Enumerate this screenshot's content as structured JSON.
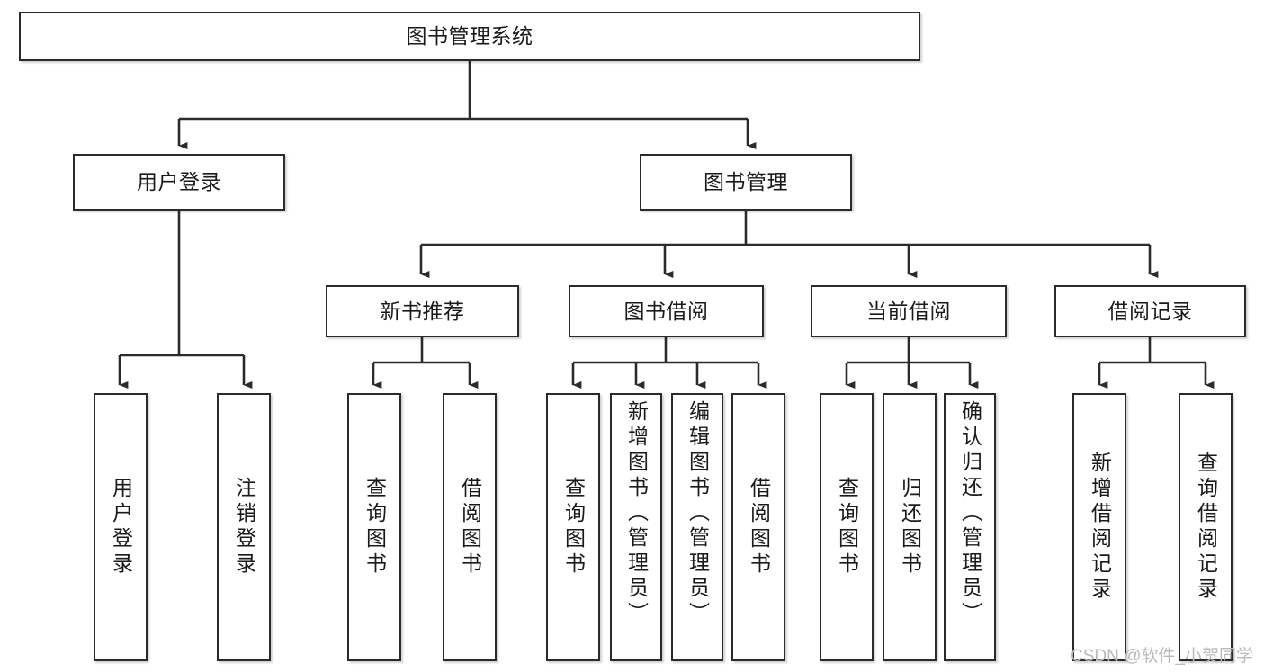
{
  "diagram": {
    "type": "tree-hierarchy",
    "orientation": "top-down",
    "watermark": "CSDN @软件_小贺同学",
    "root": {
      "label": "图书管理系统"
    },
    "level2": [
      {
        "label": "用户登录"
      },
      {
        "label": "图书管理"
      }
    ],
    "level3": [
      {
        "label": "新书推荐"
      },
      {
        "label": "图书借阅"
      },
      {
        "label": "当前借阅"
      },
      {
        "label": "借阅记录"
      }
    ],
    "leaves": {
      "user_login": [
        {
          "label": "用户登录"
        },
        {
          "label": "注销登录"
        }
      ],
      "new_book_recommend": [
        {
          "label": "查询图书"
        },
        {
          "label": "借阅图书"
        }
      ],
      "book_borrow": [
        {
          "label": "查询图书"
        },
        {
          "label": "新增图书（管理员）"
        },
        {
          "label": "编辑图书（管理员）"
        },
        {
          "label": "借阅图书"
        }
      ],
      "current_borrow": [
        {
          "label": "查询图书"
        },
        {
          "label": "归还图书"
        },
        {
          "label": "确认归还（管理员）"
        }
      ],
      "borrow_record": [
        {
          "label": "新增借阅记录"
        },
        {
          "label": "查询借阅记录"
        }
      ]
    },
    "colors": {
      "border": "#2b2b2b",
      "text": "#1a1a1a",
      "background": "#ffffff",
      "connector": "#2b2b2b",
      "watermark": "#b9b9b9"
    }
  }
}
